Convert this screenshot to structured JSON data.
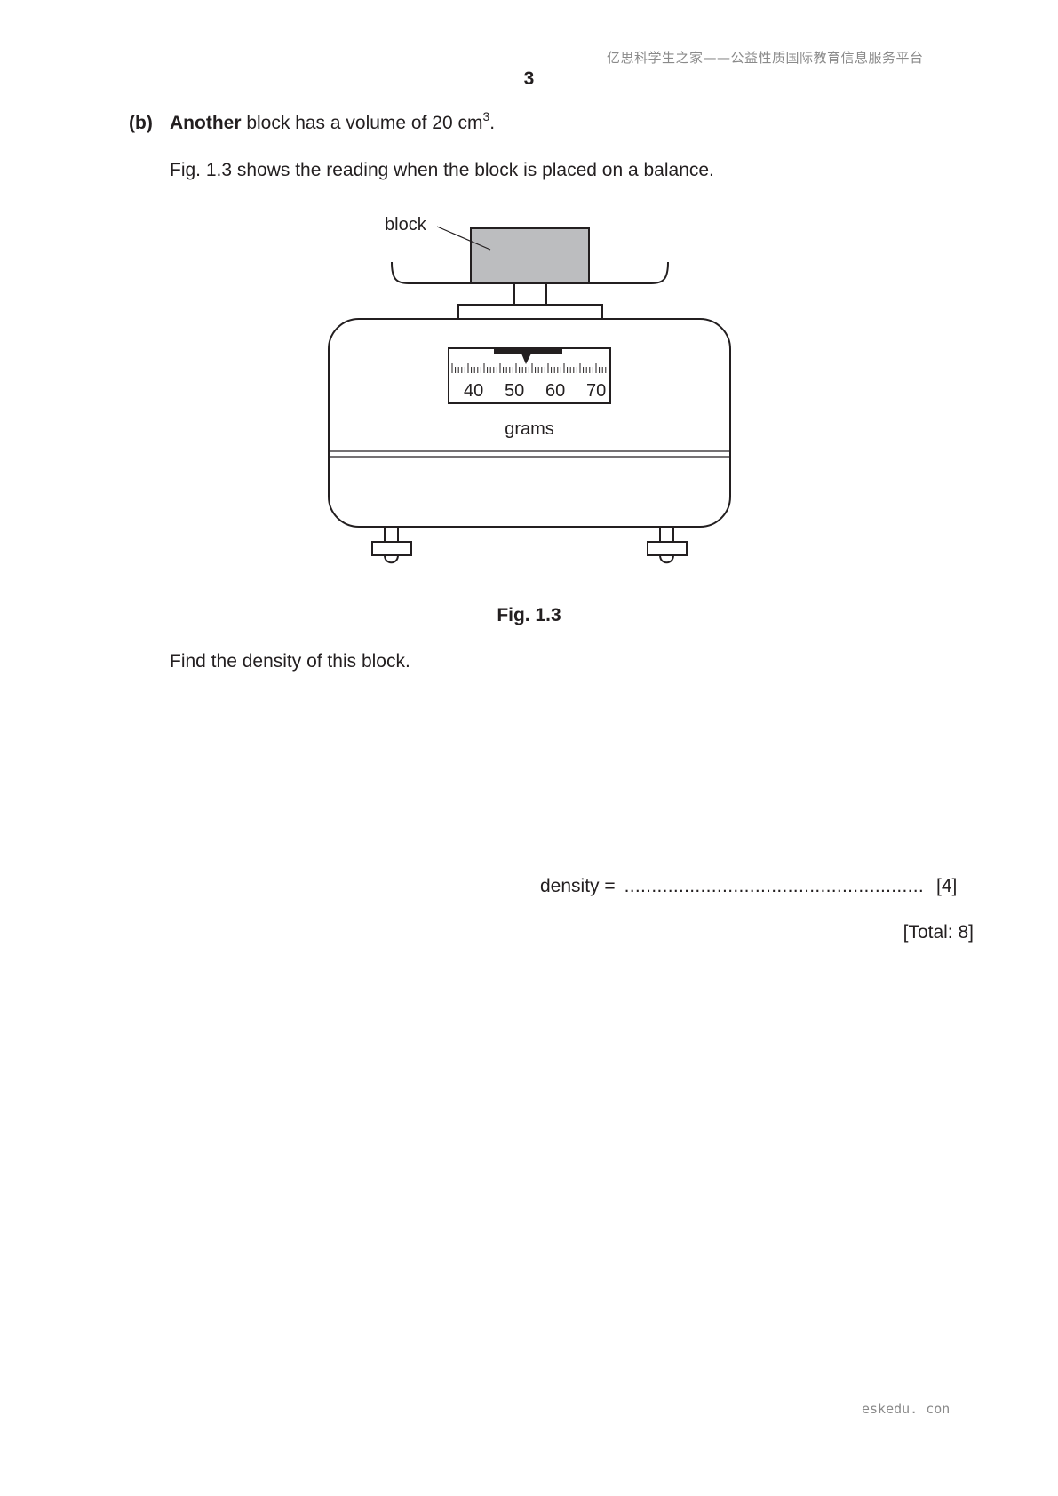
{
  "header": {
    "watermark": "亿思科学生之家——公益性质国际教育信息服务平台",
    "page_number": "3"
  },
  "question": {
    "part_label": "(b)",
    "emphasis": "Another",
    "text_before_value": " block has a volume of 20 cm",
    "superscript": "3",
    "text_end": ".",
    "figure_intro": "Fig. 1.3 shows the reading when the block is placed on a balance."
  },
  "figure": {
    "block_label": "block",
    "scale_ticks": [
      "40",
      "50",
      "60",
      "70"
    ],
    "unit_label": "grams",
    "caption": "Fig. 1.3"
  },
  "task": {
    "instruction": "Find the density of this block."
  },
  "answer": {
    "label": "density =",
    "dots": ".......................................................",
    "marks": "[4]"
  },
  "total": "[Total: 8]",
  "footer": {
    "site_mark": "eskedu. con"
  }
}
